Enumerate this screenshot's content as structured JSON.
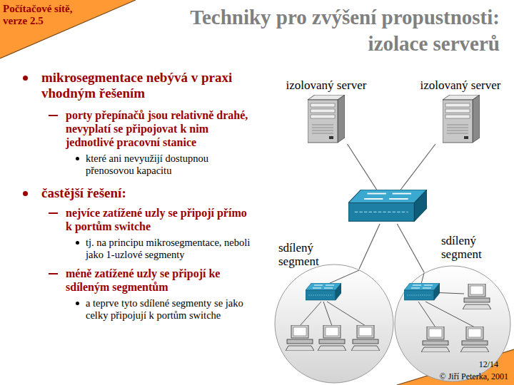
{
  "diagram": {
    "title": "Techniky pro zvýšení propustnosti: izolace serverů",
    "nodes": [
      {
        "text": [
          "izolovaný server"
        ]
      },
      {
        "text": [
          "izolovaný server"
        ]
      },
      {
        "text": []
      },
      {
        "text": [
          "sdílený segment"
        ]
      },
      {
        "text": [
          "sdílený segment"
        ]
      }
    ],
    "edges": [
      {
        "from": 2,
        "to": 0,
        "arrow": "none"
      },
      {
        "from": 2,
        "to": 1,
        "arrow": "none"
      },
      {
        "from": 2,
        "to": 3,
        "arrow": "none"
      },
      {
        "from": 2,
        "to": 4,
        "arrow": "none"
      }
    ],
    "labels": [
      "Počítačové sítě, verze 2.5",
      "mikrosegmentace nebývá v praxi vhodným řešením",
      "porty přepínačů jsou relativně drahé, nevyplatí se připojovat k nim jednotlivé pracovní stanice",
      "které ani nevyužijí dostupnou přenosovou kapacitu",
      "častější řešení:",
      "nejvíce zatížené uzly se připojí přímo k portům switche",
      "tj. na principu mikrosegmentace, neboli jako 1-uzlové segmenty",
      "méně zatížené uzly se připojí ke sdíleným segmentům",
      "a teprve tyto sdílené segmenty se jako celky připojují k portům switche",
      "12/14",
      "© Jiří Peterka, 2001"
    ]
  }
}
